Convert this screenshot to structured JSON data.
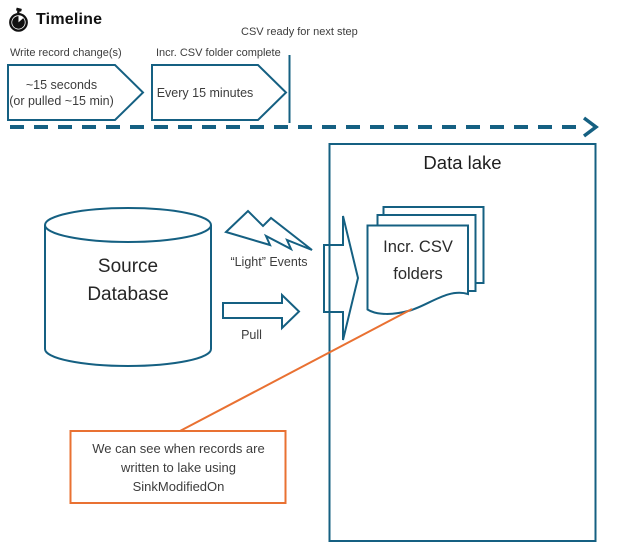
{
  "header": {
    "title": "Timeline",
    "icon": "stopwatch-icon"
  },
  "timeline": {
    "axis_label": "CSV ready for next step",
    "chevrons": [
      {
        "label_above": "Write record change(s)",
        "lines": [
          "~15 seconds",
          "(or pulled ~15 min)"
        ]
      },
      {
        "label_above": "Incr. CSV folder complete",
        "lines": [
          "Every 15 minutes"
        ]
      }
    ]
  },
  "diagram": {
    "data_lake_title": "Data lake",
    "source_database": {
      "line1": "Source",
      "line2": "Database"
    },
    "light_events_label": "“Light” Events",
    "pull_label": "Pull",
    "csv_folders": {
      "line1": "Incr. CSV",
      "line2": "folders"
    },
    "callout": {
      "line1": "We can see when records are",
      "line2": "written to lake using",
      "line3": "SinkModifiedOn"
    }
  },
  "colors": {
    "line_teal": "#156082",
    "accent_orange": "#E97132",
    "text_dark": "#262626"
  }
}
